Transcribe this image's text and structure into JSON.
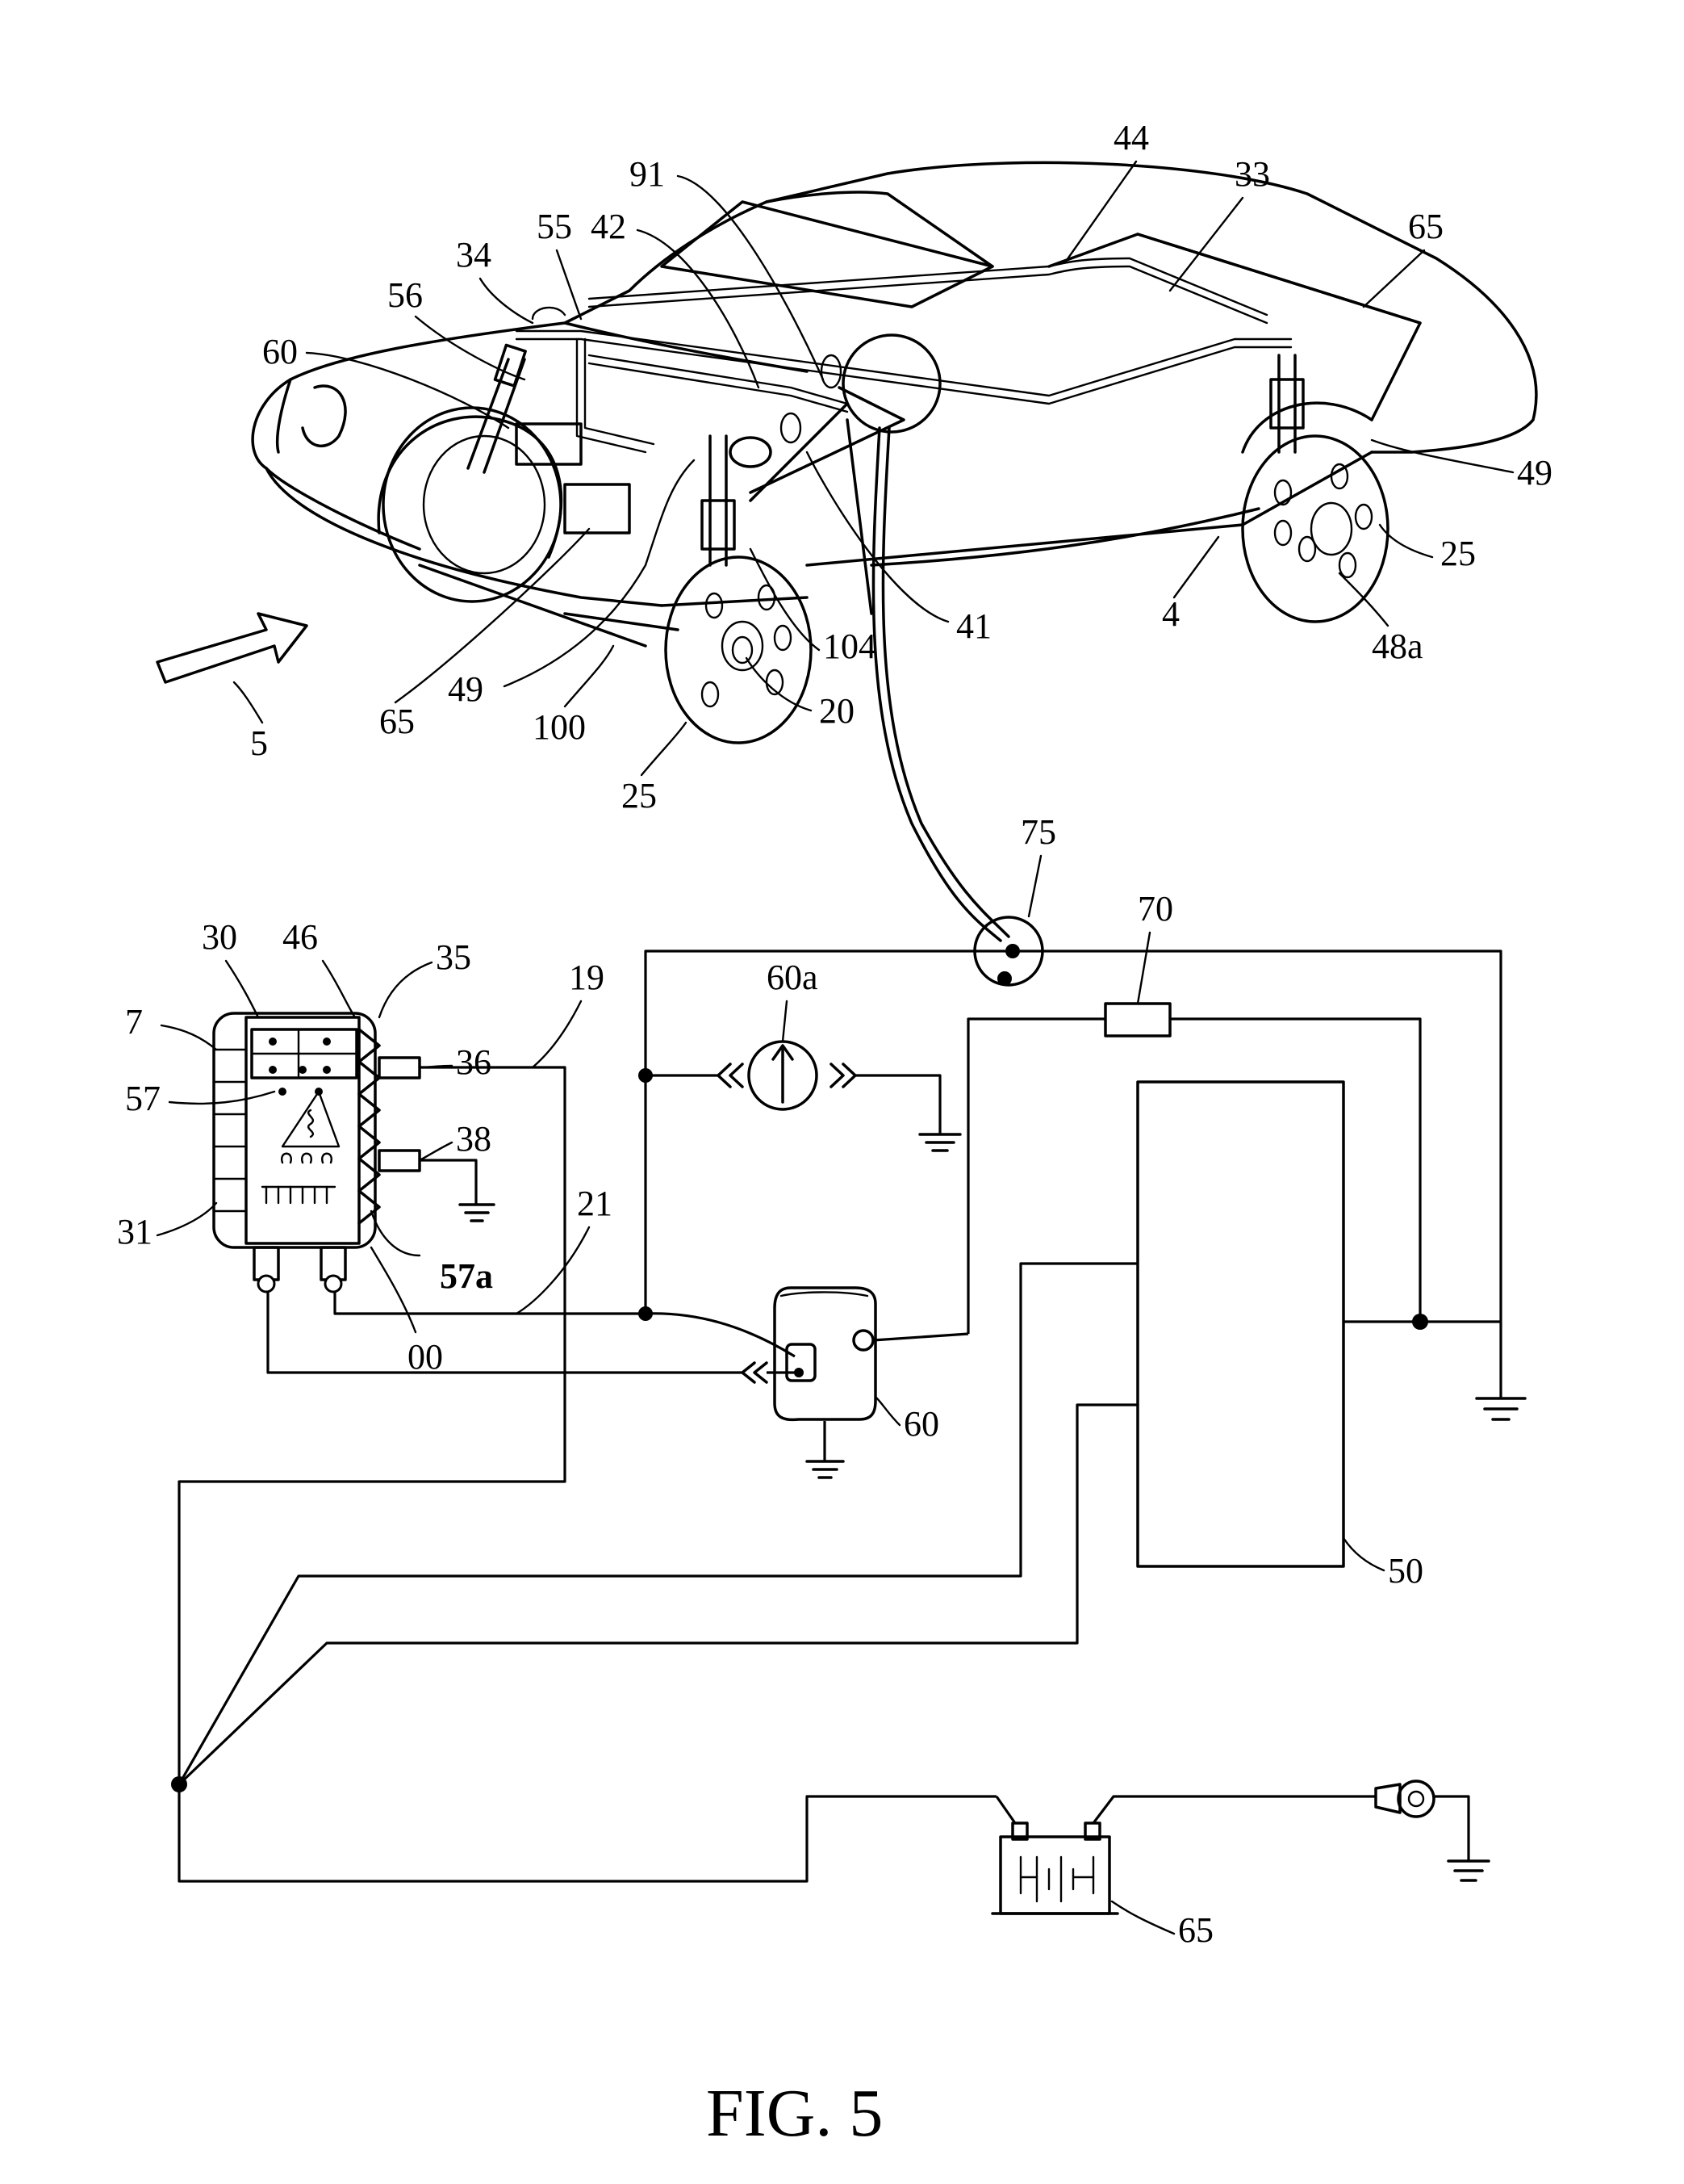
{
  "figure": {
    "caption": "FIG. 5"
  },
  "labels": {
    "l44": "44",
    "l91": "91",
    "l33": "33",
    "l55": "55",
    "l42": "42",
    "l65_top": "65",
    "l34": "34",
    "l56": "56",
    "l60_top": "60",
    "l49_right": "49",
    "l25_right": "25",
    "l4": "4",
    "l48a": "48a",
    "l41": "41",
    "l104": "104",
    "l20": "20",
    "l65_mid": "65",
    "l49_mid": "49",
    "l100": "100",
    "l25_front": "25",
    "l5": "5",
    "l75": "75",
    "l70": "70",
    "l60a": "60a",
    "l30": "30",
    "l46": "46",
    "l35": "35",
    "l19": "19",
    "l7": "7",
    "l36": "36",
    "l57": "57",
    "l38": "38",
    "l21": "21",
    "l31": "31",
    "l57a": "57a",
    "l00": "00",
    "l60_mod": "60",
    "l50": "50",
    "l65_batt": "65"
  }
}
